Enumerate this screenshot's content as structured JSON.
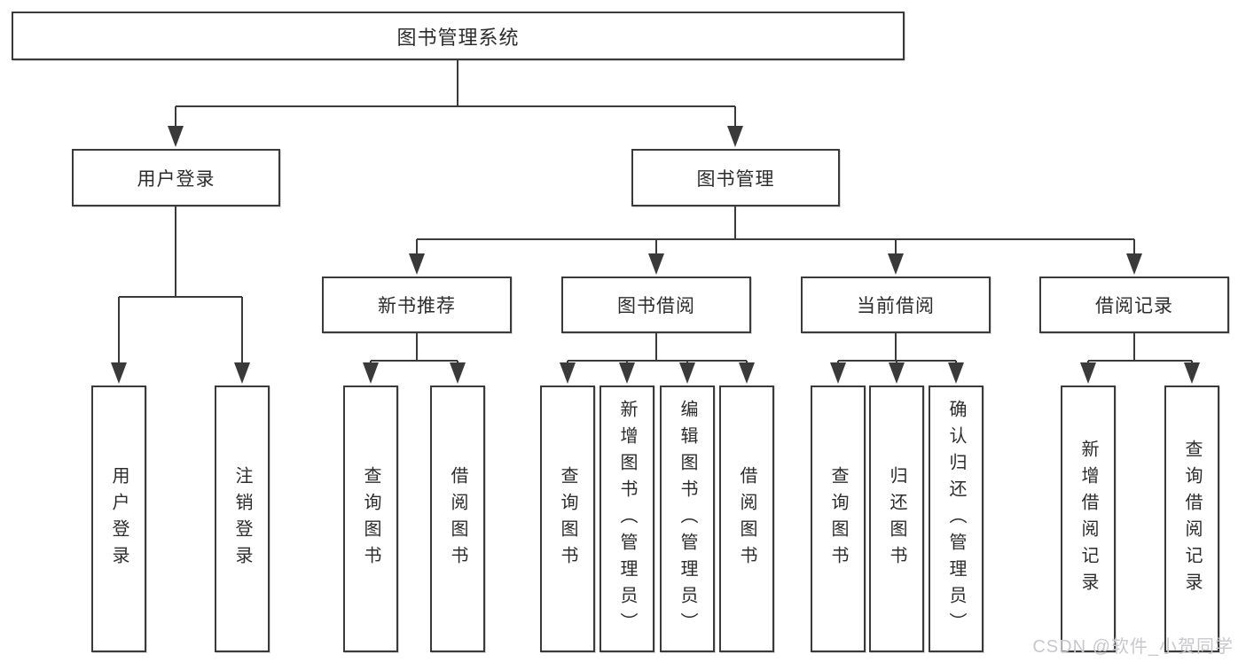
{
  "diagram": {
    "root": {
      "label": "图书管理系统"
    },
    "level2": [
      {
        "label": "用户登录"
      },
      {
        "label": "图书管理"
      }
    ],
    "level3": [
      {
        "label": "新书推荐"
      },
      {
        "label": "图书借阅"
      },
      {
        "label": "当前借阅"
      },
      {
        "label": "借阅记录"
      }
    ],
    "leaves": [
      {
        "label": "用户登录",
        "parent": "用户登录"
      },
      {
        "label": "注销登录",
        "parent": "用户登录"
      },
      {
        "label": "查询图书",
        "parent": "新书推荐"
      },
      {
        "label": "借阅图书",
        "parent": "新书推荐"
      },
      {
        "label": "查询图书",
        "parent": "图书借阅"
      },
      {
        "label": "新增图书（管理员）",
        "parent": "图书借阅"
      },
      {
        "label": "编辑图书（管理员）",
        "parent": "图书借阅"
      },
      {
        "label": "借阅图书",
        "parent": "图书借阅"
      },
      {
        "label": "查询图书",
        "parent": "当前借阅"
      },
      {
        "label": "归还图书",
        "parent": "当前借阅"
      },
      {
        "label": "确认归还（管理员）",
        "parent": "当前借阅"
      },
      {
        "label": "新增借阅记录",
        "parent": "借阅记录"
      },
      {
        "label": "查询借阅记录",
        "parent": "借阅记录"
      }
    ],
    "watermark": "CSDN @软件_小贺同学",
    "colors": {
      "line": "#3a3a3a",
      "text": "#2c2c2c",
      "watermark": "#c8c8cc",
      "background": "#ffffff"
    }
  }
}
